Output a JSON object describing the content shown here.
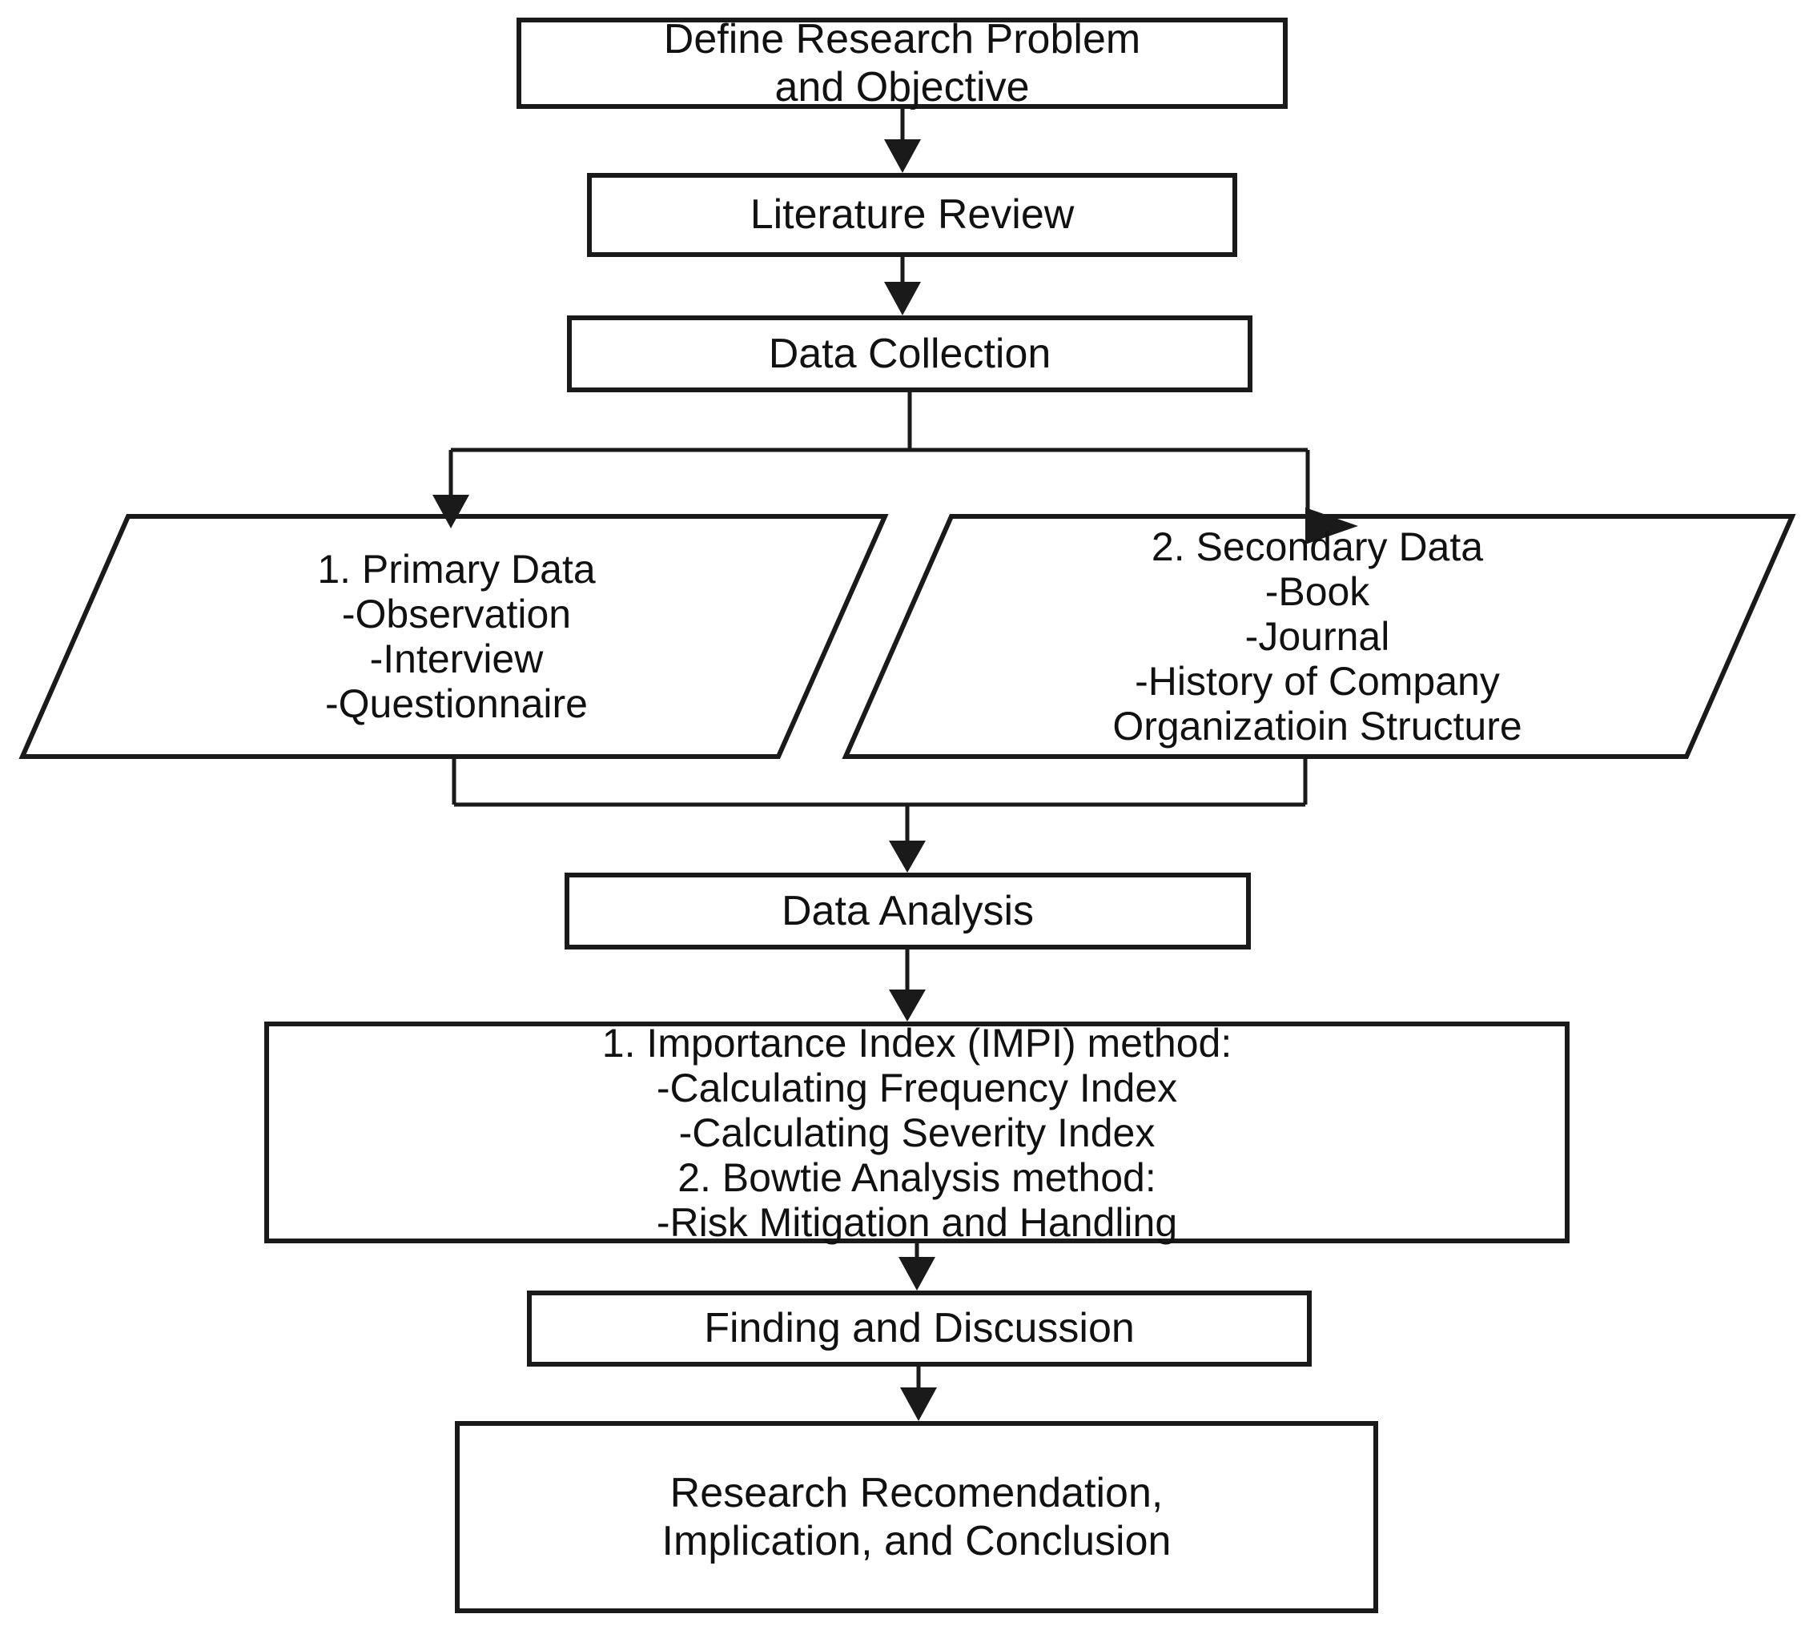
{
  "page": {
    "background": "#ffffff",
    "ink": "#1a1a1a",
    "description": "Research methodology flowchart"
  },
  "flowchart": {
    "nodes": {
      "define": {
        "shape": "rect",
        "lines": [
          "Define Research Problem",
          "and Objective"
        ]
      },
      "literature": {
        "shape": "rect",
        "lines": [
          "Literature Review"
        ]
      },
      "collection": {
        "shape": "rect",
        "lines": [
          "Data Collection"
        ]
      },
      "primary": {
        "shape": "parallelogram",
        "lines": [
          "1. Primary Data",
          "-Observation",
          "-Interview",
          "-Questionnaire"
        ]
      },
      "secondary": {
        "shape": "parallelogram",
        "lines": [
          "2. Secondary Data",
          "-Book",
          "-Journal",
          "-History of Company",
          "Organizatioin Structure"
        ]
      },
      "analysis": {
        "shape": "rect",
        "lines": [
          "Data Analysis"
        ]
      },
      "methods": {
        "shape": "rect",
        "lines": [
          "1. Importance Index (IMPI) method:",
          "-Calculating Frequency Index",
          "-Calculating Severity Index",
          "2. Bowtie Analysis method:",
          "-Risk Mitigation and Handling"
        ]
      },
      "finding": {
        "shape": "rect",
        "lines": [
          "Finding and Discussion"
        ]
      },
      "conclusion": {
        "shape": "rect",
        "lines": [
          "Research Recomendation,",
          "Implication, and Conclusion"
        ]
      }
    },
    "edges": [
      {
        "from": "define",
        "to": "literature"
      },
      {
        "from": "literature",
        "to": "collection"
      },
      {
        "from": "collection",
        "to": "primary"
      },
      {
        "from": "collection",
        "to": "secondary"
      },
      {
        "from": "primary",
        "to": "analysis"
      },
      {
        "from": "secondary",
        "to": "analysis"
      },
      {
        "from": "analysis",
        "to": "methods"
      },
      {
        "from": "methods",
        "to": "finding"
      },
      {
        "from": "finding",
        "to": "conclusion"
      }
    ]
  }
}
